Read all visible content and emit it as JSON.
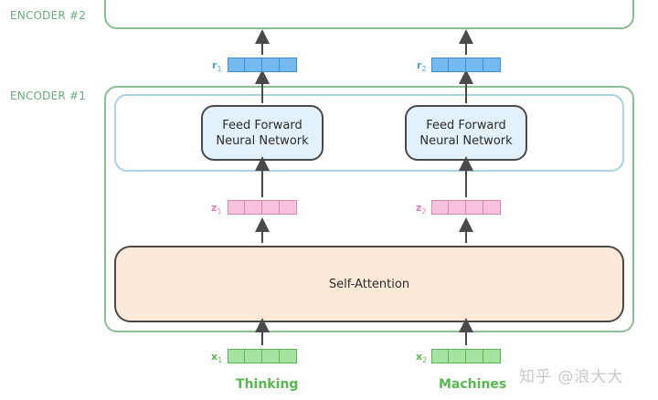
{
  "encoders": {
    "top_label": "ENCODER #2",
    "bottom_label": "ENCODER #1"
  },
  "blocks": {
    "ffn_line1": "Feed Forward",
    "ffn_line2": "Neural Network",
    "self_attention": "Self-Attention"
  },
  "columns": [
    {
      "r_label": "r",
      "r_sub": "1",
      "z_label": "z",
      "z_sub": "1",
      "x_label": "x",
      "x_sub": "1",
      "word": "Thinking"
    },
    {
      "r_label": "r",
      "r_sub": "2",
      "z_label": "z",
      "z_sub": "2",
      "x_label": "x",
      "x_sub": "2",
      "word": "Machines"
    }
  ],
  "watermark": "知乎 @浪大大",
  "colors": {
    "encoder_border": "#8cbf95",
    "ffn_fill": "#e3f1fc",
    "attention_fill": "#fde9d8",
    "r_vector": "#74b9f0",
    "z_vector": "#f8c2dd",
    "x_vector": "#a6e3a1"
  }
}
